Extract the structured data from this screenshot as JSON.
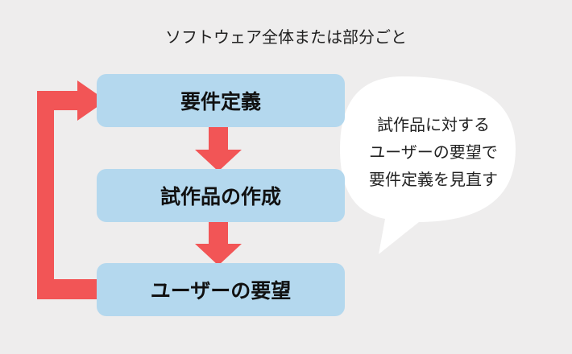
{
  "title": "ソフトウェア全体または部分ごと",
  "steps": [
    {
      "label": "要件定義"
    },
    {
      "label": "試作品の作成"
    },
    {
      "label": "ユーザーの要望"
    }
  ],
  "bubble": {
    "lines": [
      "試作品に対する",
      "ユーザーの要望で",
      "要件定義を見直す"
    ]
  },
  "colors": {
    "background": "#eeeded",
    "box": "#b4d8ee",
    "arrow": "#f25556",
    "bubble": "#ffffff"
  }
}
